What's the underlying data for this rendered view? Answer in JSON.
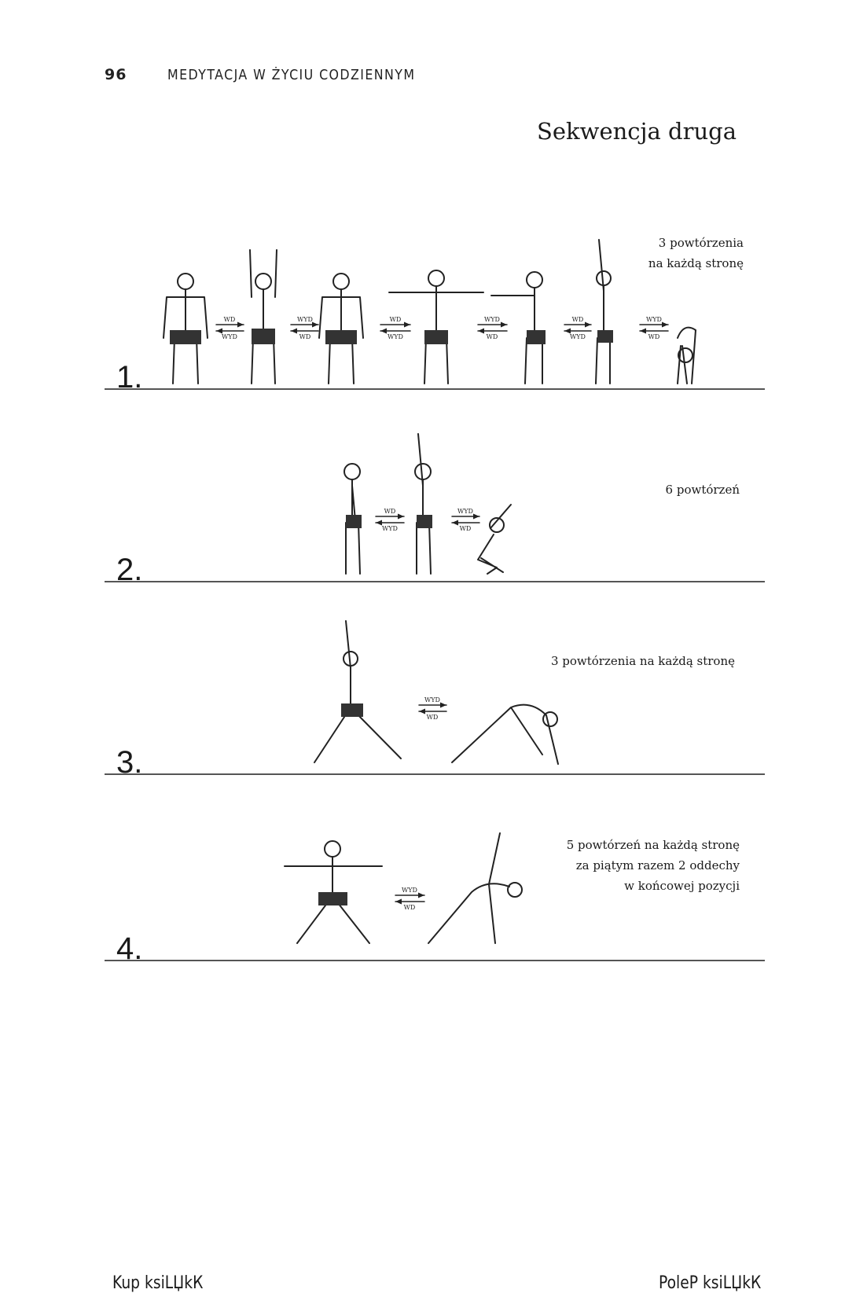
{
  "header": {
    "page_number": "96",
    "running_title": "MEDYTACJA W ŻYCIU CODZIENNYM"
  },
  "section_title": "Sekwencja druga",
  "labels": {
    "inhale": "WD",
    "exhale": "WYD"
  },
  "steps": [
    {
      "number": "1.",
      "note": [
        "3 powtórzenia",
        "na każdą stronę"
      ]
    },
    {
      "number": "2.",
      "note": [
        "6 powtórzeń"
      ]
    },
    {
      "number": "3.",
      "note": [
        "3 powtórzenia na każdą stronę"
      ]
    },
    {
      "number": "4.",
      "note": [
        "5 powtórzeń na każdą stronę",
        "za piątym razem 2 oddechy",
        "w końcowej pozycji"
      ]
    }
  ],
  "footer": {
    "left": "Kup ksiLЏkК",
    "right": "PoleР ksiLЏkК"
  }
}
